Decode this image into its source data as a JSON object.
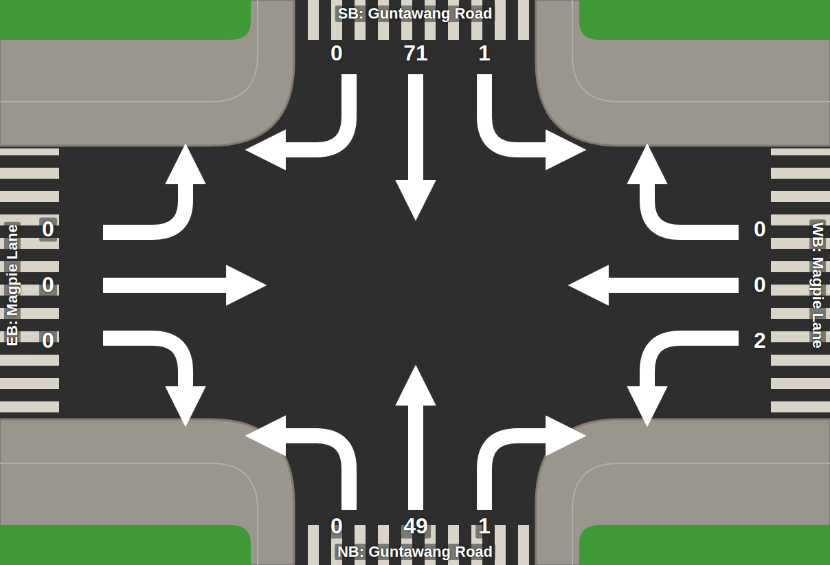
{
  "diagram": {
    "labels": [
      "SB: Guntawang Road",
      "0",
      "71",
      "1",
      "EB: Magpie Lane",
      "0",
      "0",
      "0",
      "WB: Magpie Lane",
      "0",
      "0",
      "2",
      "0",
      "49",
      "1",
      "NB: Guntawang Road"
    ]
  }
}
